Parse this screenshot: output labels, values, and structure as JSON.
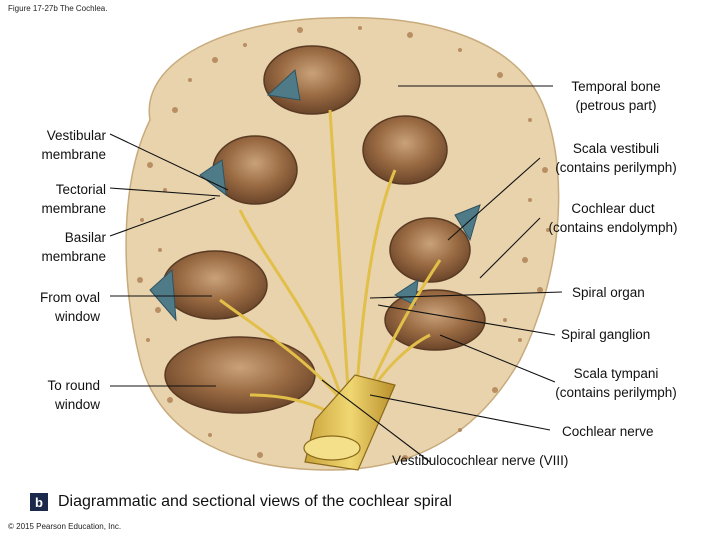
{
  "figure_title": "Figure 17-27b The Cochlea.",
  "caption": {
    "badge": "b",
    "text": "Diagrammatic and sectional views of the cochlear spiral"
  },
  "copyright": "© 2015 Pearson Education, Inc.",
  "labels_left": {
    "vestibular_membrane": [
      "Vestibular",
      "membrane"
    ],
    "tectorial_membrane": [
      "Tectorial",
      "membrane"
    ],
    "basilar_membrane": [
      "Basilar",
      "membrane"
    ],
    "from_oval_window": [
      "From oval",
      "window"
    ],
    "to_round_window": [
      "To round",
      "window"
    ]
  },
  "labels_right": {
    "temporal_bone": [
      "Temporal bone",
      "(petrous part)"
    ],
    "scala_vestibuli": [
      "Scala vestibuli",
      "(contains perilymph)"
    ],
    "cochlear_duct": [
      "Cochlear duct",
      "(contains endolymph)"
    ],
    "spiral_organ": [
      "Spiral organ"
    ],
    "spiral_ganglion": [
      "Spiral ganglion"
    ],
    "scala_tympani": [
      "Scala tympani",
      "(contains perilymph)"
    ],
    "cochlear_nerve": [
      "Cochlear nerve"
    ],
    "vestibulocochlear_nerve": [
      "Vestibulocochlear nerve (VIII)"
    ]
  },
  "colors": {
    "bone": "#e8d3ad",
    "bone_pores": "#a8784a",
    "chamber": "#8a5f3c",
    "chamber_highlight": "#d8b48c",
    "duct": "#4f7b88",
    "nerve": "#e6c24a",
    "leader": "#111111"
  }
}
